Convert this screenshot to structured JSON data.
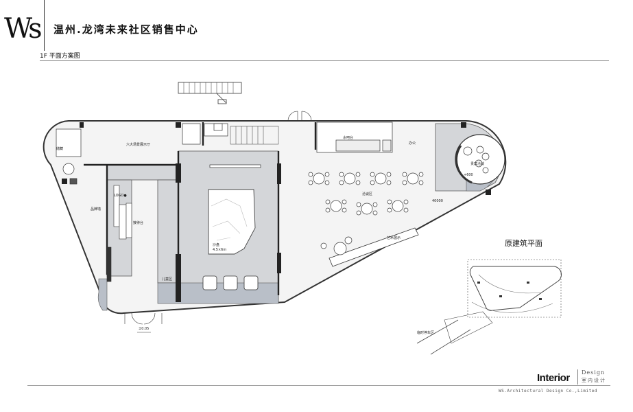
{
  "header": {
    "logo_text": "Ws",
    "title": "温州.龙湾未来社区销售中心",
    "subtitle": "1F 平面方案图"
  },
  "plan_labels": {
    "exhibition_hall": "六大场景展示厅",
    "logo": "LOGO●",
    "front_desk": "接待台",
    "sand_table": "沙盘",
    "sand_area": "4.5×6m",
    "water_bar": "水吧台",
    "negotiation": "洽谈区",
    "vip_room": "贵宾洽谈",
    "art_display": "艺术展示",
    "exhibit_wall": "品牌墙",
    "kids": "儿童区",
    "storage": "储藏",
    "office": "办公",
    "dim_right": "40000",
    "level_bottom": "±0.05",
    "curve_label": "+600"
  },
  "original_plan": {
    "title": "原建筑平面",
    "road_label": "临时停车区"
  },
  "footer": {
    "brand": "Interior",
    "brand_sub1": "Design",
    "brand_sub2": "室内设计",
    "company": "WS.Architectural Design Co.,Limited"
  }
}
